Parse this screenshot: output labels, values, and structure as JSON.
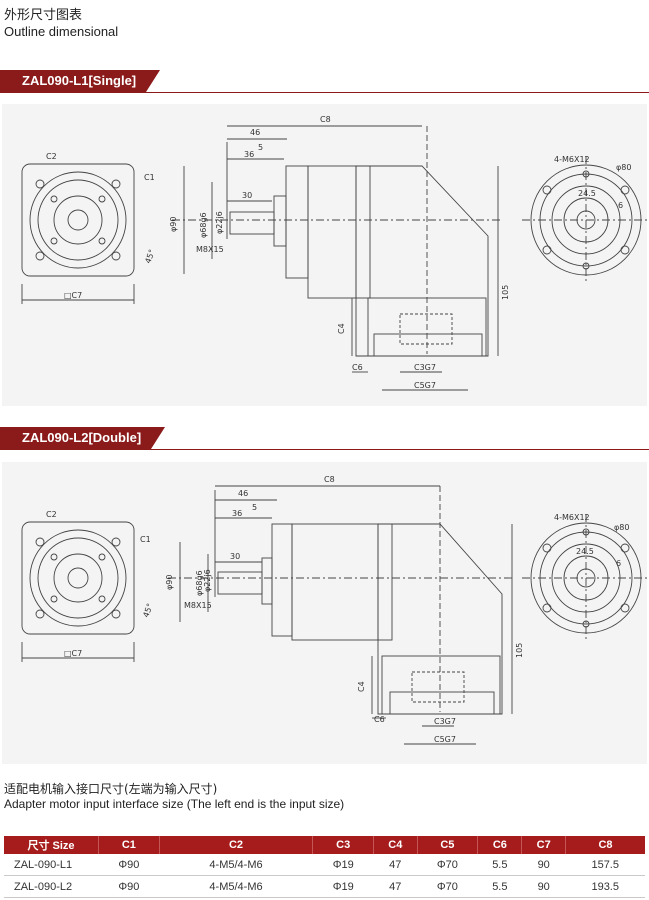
{
  "header": {
    "title_cn": "外形尺寸图表",
    "title_en": "Outline dimensional"
  },
  "sections": [
    {
      "label": "ZAL090-L1[Single]",
      "dims": {
        "c8": "C8",
        "d46": "46",
        "d5": "5",
        "d36": "36",
        "d30": "30",
        "phi90": "φ90",
        "phi68": "φ68g6",
        "phi22": "φ22j6",
        "m8": "M8X15",
        "d105": "105",
        "c4": "C4",
        "c6": "C6",
        "c3": "C3G7",
        "c5": "C5G7",
        "c7": "□C7",
        "c2": "C2",
        "c1": "C1",
        "deg45": "45°",
        "m6": "4-M6X12",
        "phi80": "φ80",
        "d245": "24.5",
        "d6": "6"
      }
    },
    {
      "label": "ZAL090-L2[Double]",
      "dims": {
        "c8": "C8",
        "d46": "46",
        "d5": "5",
        "d36": "36",
        "d30": "30",
        "phi90": "φ90",
        "phi68": "φ68g6",
        "phi22": "φ22j6",
        "m8": "M8X15",
        "d105": "105",
        "c4": "C4",
        "c6": "C6",
        "c3": "C3G7",
        "c5": "C5G7",
        "c7": "□C7",
        "c2": "C2",
        "c1": "C1",
        "deg45": "45°",
        "m6": "4-M6X12",
        "phi80": "φ80",
        "d245": "24.5",
        "d6": "6"
      }
    }
  ],
  "adapter": {
    "title_cn": "适配电机输入接口尺寸(左端为输入尺寸)",
    "title_en": "Adapter motor input interface size (The left end is the input size)"
  },
  "table": {
    "headers": [
      "尺寸 Size",
      "C1",
      "C2",
      "C3",
      "C4",
      "C5",
      "C6",
      "C7",
      "C8"
    ],
    "rows": [
      [
        "ZAL-090-L1",
        "Φ90",
        "4-M5/4-M6",
        "Φ19",
        "47",
        "Φ70",
        "5.5",
        "90",
        "157.5"
      ],
      [
        "ZAL-090-L2",
        "Φ90",
        "4-M5/4-M6",
        "Φ19",
        "47",
        "Φ70",
        "5.5",
        "90",
        "193.5"
      ]
    ]
  },
  "colors": {
    "brand": "#8b1a1a",
    "table_header": "#a61c1c",
    "panel_bg": "#f4f4f4"
  }
}
